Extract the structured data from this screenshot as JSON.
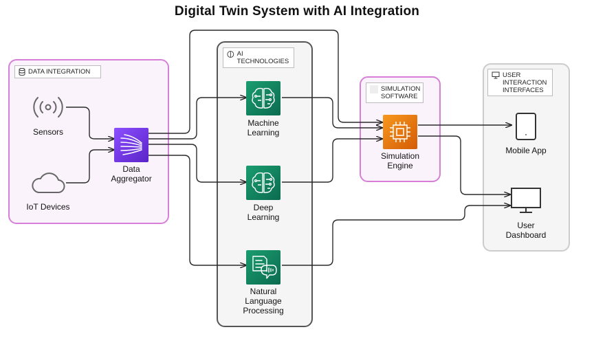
{
  "title": "Digital Twin System with AI Integration",
  "groups": {
    "data_integration": "DATA INTEGRATION",
    "ai_technologies": "AI TECHNOLOGIES",
    "simulation_software": "SIMULATION SOFTWARE",
    "user_interaction": "USER INTERACTION INTERFACES"
  },
  "nodes": {
    "sensors": "Sensors",
    "iot_devices": "IoT Devices",
    "data_aggregator": "Data Aggregator",
    "machine_learning": "Machine Learning",
    "deep_learning": "Deep Learning",
    "nlp": "Natural Language Processing",
    "simulation_engine": "Simulation Engine",
    "mobile_app": "Mobile App",
    "user_dashboard": "User Dashboard"
  },
  "icons": {
    "sensors": "sensor-waves-icon",
    "iot_devices": "cloud-icon",
    "data_aggregator": "kinesis-stream-icon",
    "machine_learning": "brain-icon",
    "deep_learning": "brain-icon",
    "nlp": "document-speech-icon",
    "simulation_engine": "chip-icon",
    "mobile_app": "mobile-phone-icon",
    "user_dashboard": "monitor-icon",
    "data_integration": "database-icon",
    "ai_technologies": "ai-circle-icon",
    "user_interaction": "monitor-icon"
  },
  "colors": {
    "ai_green": "#11865f",
    "aggregator_purple": "#7b3ff0",
    "compute_orange": "#ec7211",
    "group_pink": "#d77fd8"
  }
}
